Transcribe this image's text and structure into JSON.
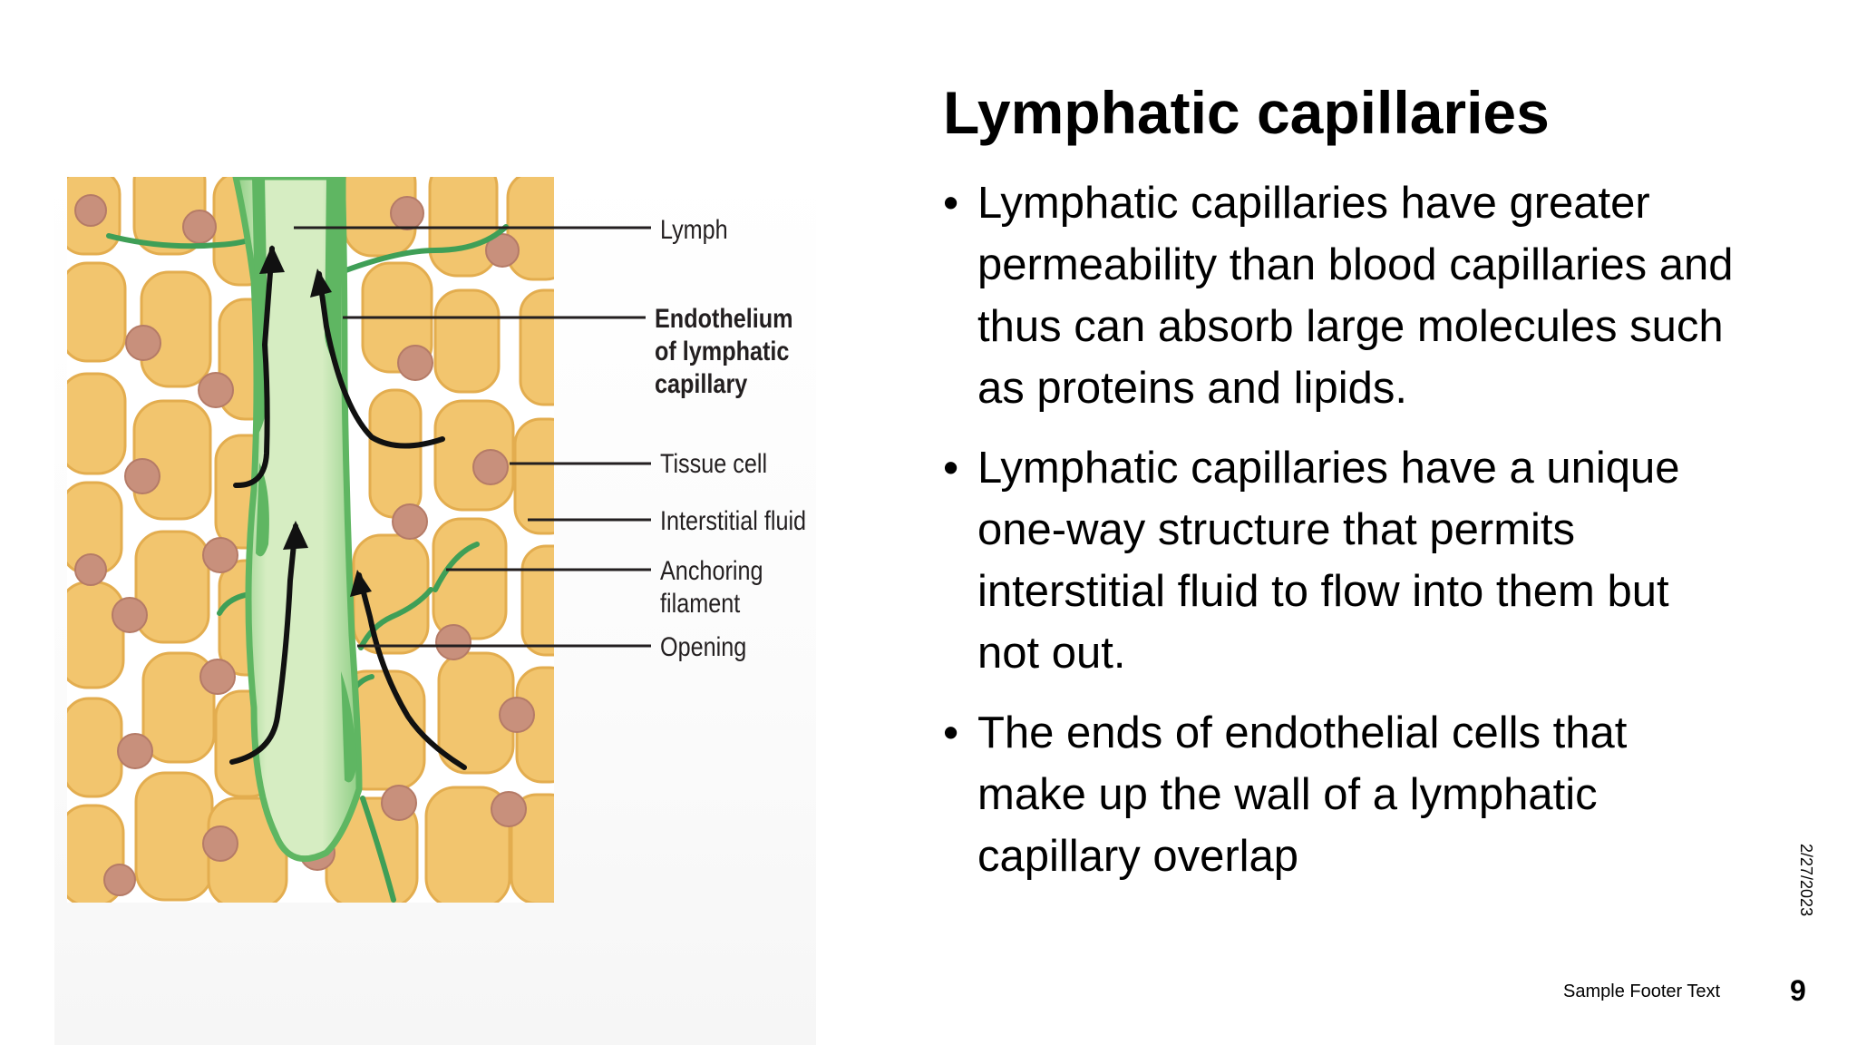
{
  "slide": {
    "title": "Lymphatic capillaries",
    "bullets": [
      "Lymphatic capillaries have greater permeability than blood capillaries and thus can absorb large molecules such as proteins and lipids.",
      "Lymphatic capillaries have a unique one-way structure that permits interstitial fluid to flow into them but not out.",
      "The ends of endothelial cells that make up the wall of a lymphatic capillary overlap"
    ],
    "bullet_glyph": "•",
    "footer": "Sample Footer Text",
    "date": "2/27/2023",
    "page_number": "9"
  },
  "figure": {
    "labels": {
      "lymph": "Lymph",
      "endothelium_1": "Endothelium",
      "endothelium_2": "of lymphatic",
      "endothelium_3": "capillary",
      "tissue_cell": "Tissue cell",
      "interstitial_fluid": "Interstitial fluid",
      "anchoring_1": "Anchoring",
      "anchoring_2": "filament",
      "opening": "Opening"
    },
    "colors": {
      "tissue_cell_fill": "#f2c56e",
      "tissue_cell_stroke": "#e3ad4f",
      "nucleus": "#c8907c",
      "capillary_light": "#c9e6b0",
      "capillary_wall": "#5fb662",
      "filament": "#3f9f57",
      "arrow": "#111111"
    }
  }
}
